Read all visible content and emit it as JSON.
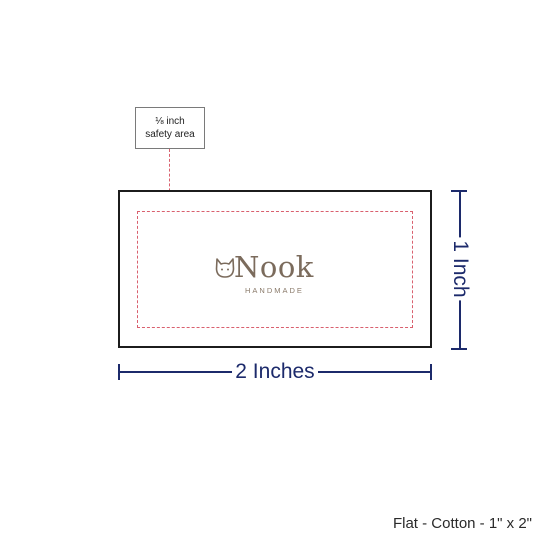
{
  "callout": {
    "line1": "⅛ inch",
    "line2": "safety area"
  },
  "logo": {
    "wordmark": "Nook",
    "subtitle": "HANDMADE",
    "icon": "cat-head-icon"
  },
  "dimensions": {
    "width_label": "2 Inches",
    "height_label": "1 Inch"
  },
  "caption": "Flat - Cotton - 1\" x 2\"",
  "colors": {
    "dimension": "#1c2a6b",
    "safety_line": "#d9606e",
    "label_border": "#1c1c1c",
    "logo": "#7b6b5c"
  }
}
